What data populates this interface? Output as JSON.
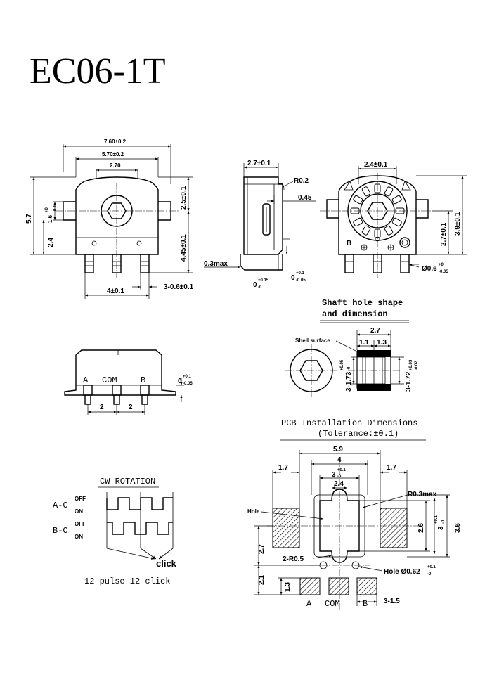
{
  "title": "EC06-1T",
  "front_view": {
    "dim_overall_width": "7.60±0.2",
    "dim_body_width": "5.70±0.2",
    "dim_top": "2.70",
    "dim_height": "5.7",
    "dim_tab_main": "1.6",
    "dim_tab_sup": "+0",
    "dim_tab_sub": "-0.1",
    "dim_lower": "2.4",
    "dim_right_upper": "2.5±0.1",
    "dim_right_lower": "4.45±0.1",
    "dim_pin_pitch": "4±0.1",
    "dim_pin_width": "3-0.6±0.1"
  },
  "side_view": {
    "dim_width": "2.7±0.1",
    "dim_radius": "R0.2",
    "dim_thickness": "0.45",
    "dim_max": "0.3max",
    "dim_tol1_main": "0",
    "dim_tol1_sup": "+0.15",
    "dim_tol1_sub": "-0",
    "dim_tol2_main": "0",
    "dim_tol2_sup": "+0.1",
    "dim_tol2_sub": "-0.05"
  },
  "back_view": {
    "dim_top": "2.4±0.1",
    "dim_mid": "2.7±0.1",
    "dim_right": "3.9±0.1",
    "dim_hole_main": "Ø0.6",
    "dim_hole_sup": "+0",
    "dim_hole_sub": "-0.05",
    "label_b": "B"
  },
  "shaft_hole": {
    "heading_line1": "Shaft hole shape",
    "heading_line2": "and dimension",
    "label_shell": "Shell surface",
    "dim_total": "2.7",
    "dim_a": "1.1",
    "dim_b": "1.3",
    "dim_left_main": "3-1.73",
    "dim_left_sup": "+0.05",
    "dim_left_sub": "-0",
    "dim_right_main": "3-1.72",
    "dim_right_sup": "+0.03",
    "dim_right_sub": "-0.02"
  },
  "bottom_view": {
    "pin_a": "A",
    "pin_com": "COM",
    "pin_b": "B",
    "dim_pitch1": "2",
    "dim_pitch2": "2",
    "dim_tol_main": "0",
    "dim_tol_sup": "+0.1",
    "dim_tol_sub": "-0.05"
  },
  "rotation": {
    "heading": "CW ROTATION",
    "label_ac": "A-C",
    "label_bc": "B-C",
    "off": "OFF",
    "on": "ON",
    "click": "click",
    "caption": "12 pulse 12 click"
  },
  "pcb": {
    "heading": "PCB Installation Dimensions",
    "tolerance": "(Tolerance:±0.1)",
    "dim_59": "5.9",
    "dim_4": "4",
    "dim_3_main": "3",
    "dim_3_sup": "+0.1",
    "dim_3_sub": "-0",
    "dim_24": "2.4",
    "dim_17_left": "1.7",
    "dim_17_right": "1.7",
    "label_r03": "R0.3max",
    "label_hole": "Hole",
    "dim_26": "2.6",
    "dim_3b_main": "3",
    "dim_3b_sup": "+0.1",
    "dim_3b_sub": "-0",
    "dim_36": "3.6",
    "dim_27": "2.7",
    "label_r05": "2-R0.5",
    "label_hole2_main": "Hole Ø0.62",
    "label_hole2_sup": "+0.1",
    "label_hole2_sub": "-0",
    "dim_21": "2.1",
    "dim_13": "1.3",
    "label_315": "3-1.5",
    "pin_a": "A",
    "pin_com": "COM",
    "pin_b": "B"
  }
}
